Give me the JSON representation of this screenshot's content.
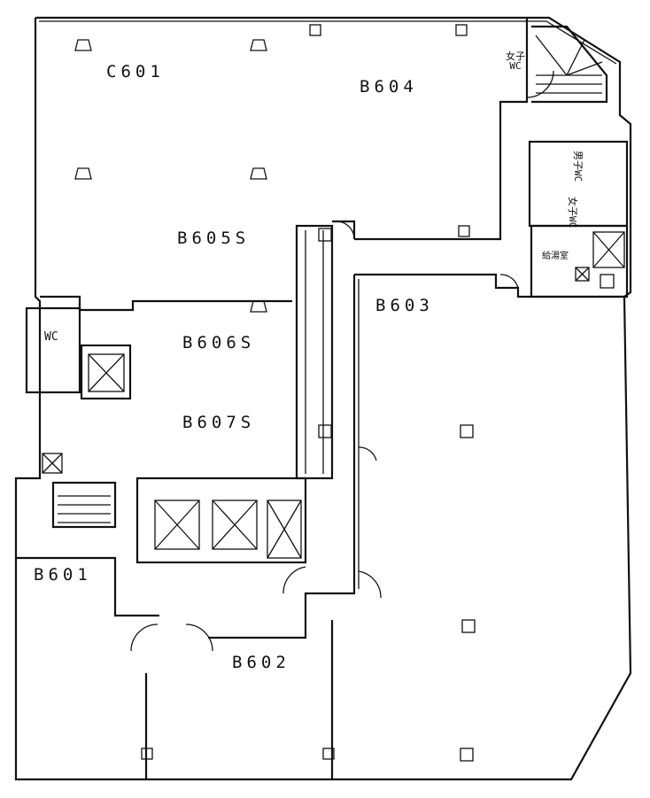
{
  "rooms": {
    "c601": "C601",
    "b604": "B604",
    "b605s": "B605S",
    "b606s": "B606S",
    "b607s": "B607S",
    "b603": "B603",
    "b601": "B601",
    "b602": "B602"
  },
  "facilities": {
    "wc_left": "WC",
    "wc_womens": "女子WC",
    "wc_mens": "男子WC",
    "wc_womens_2": "女子WC",
    "kitchenette": "給湯室"
  }
}
